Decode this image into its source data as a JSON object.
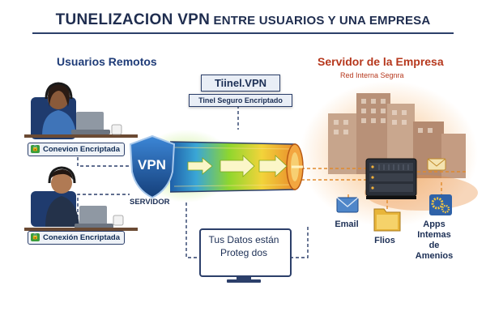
{
  "title": {
    "part1": "TUNELIZACION VPN",
    "part2": " ENTRE USUARIOS Y UNA EMPRESA"
  },
  "left": {
    "title": "Usuarios Remotos",
    "users": [
      {
        "label": "Conevion Encriptada"
      },
      {
        "label": "Conexión Encriptada"
      }
    ]
  },
  "vpn": {
    "shield_text": "VPN",
    "server_label": "SERVIDOR"
  },
  "tunnel": {
    "name": "Tiinel.VPN",
    "description": "Tinel Seguro Encriptado"
  },
  "notice": {
    "line1": "Tus Datos están",
    "line2": "Proteg dos"
  },
  "right": {
    "title": "Servidor de la Empresa",
    "subtitle": "Red Interna Segnra",
    "apps": [
      {
        "label": "Email",
        "icon": "envelope-icon"
      },
      {
        "label": "Flios",
        "icon": "folder-icon"
      },
      {
        "label": "Apps Intemas de Amenios",
        "icon": "gears-icon"
      }
    ]
  },
  "colors": {
    "title": "#1f2d4f",
    "left_title": "#1f3c78",
    "right_title": "#b6381d",
    "tunnel_green": "#7fcf2a",
    "tunnel_blue": "#2f6fb3",
    "tunnel_orange": "#e8812a",
    "lock_green": "#3a9d3a"
  }
}
